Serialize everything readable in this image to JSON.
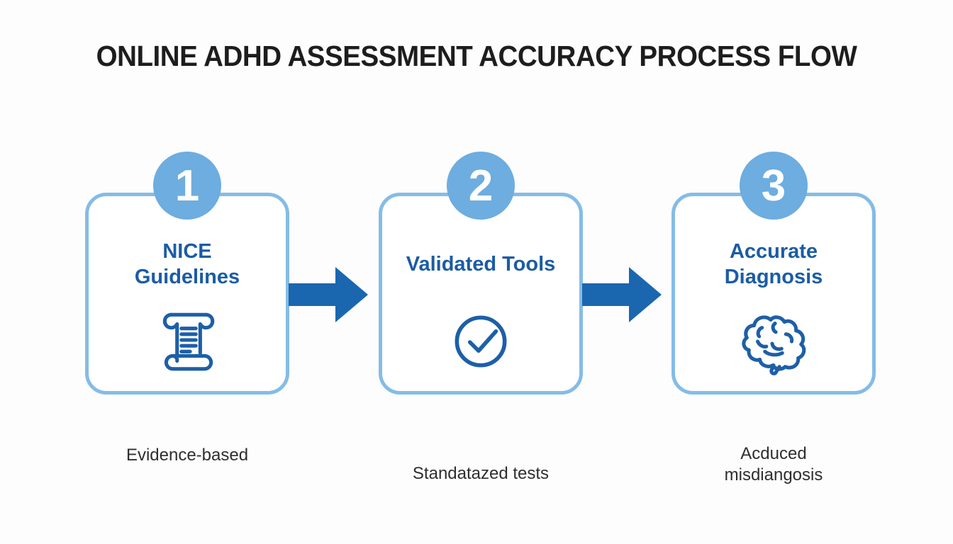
{
  "title": "ONLINE ADHD ASSESSMENT ACCURACY PROCESS FLOW",
  "steps": [
    {
      "number": "1",
      "label_lines": [
        "NICE",
        "Guidelines"
      ],
      "icon": "scroll-icon",
      "caption_lines": [
        "Evidence-based"
      ]
    },
    {
      "number": "2",
      "label_lines": [
        "Validated Tools"
      ],
      "icon": "check-circle-icon",
      "caption_lines": [
        "Standatazed tests"
      ]
    },
    {
      "number": "3",
      "label_lines": [
        "Accurate",
        "Diagnosis"
      ],
      "icon": "brain-icon",
      "caption_lines": [
        "Acduced",
        "misdiangosis"
      ]
    }
  ],
  "connector_icon": "right-arrow-icon",
  "colors": {
    "background": "#fdfdfd",
    "title_text": "#1d1d1d",
    "card_border": "#85bce6",
    "badge_fill": "#6dade0",
    "badge_text": "#ffffff",
    "label_text": "#1b5ca5",
    "icon_stroke": "#1d5fa8",
    "arrow_fill": "#1a67b0",
    "caption_text": "#2e2e2e"
  }
}
